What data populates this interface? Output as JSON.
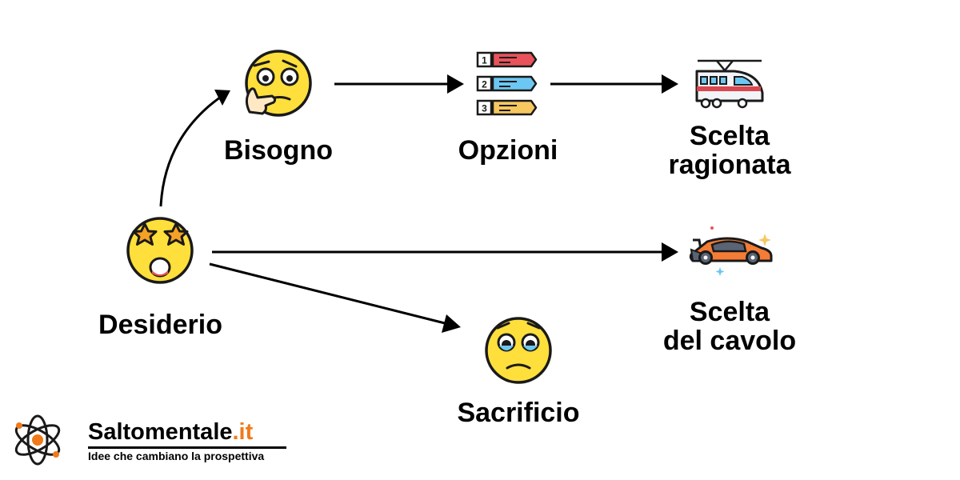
{
  "nodes": {
    "bisogno": "Bisogno",
    "opzioni": "Opzioni",
    "scelta_ragionata": [
      "Scelta",
      "ragionata"
    ],
    "desiderio": "Desiderio",
    "scelta_del_cavolo": [
      "Scelta",
      "del cavolo"
    ],
    "sacrificio": "Sacrificio"
  },
  "option_numbers": [
    "1",
    "2",
    "3"
  ],
  "icons": {
    "bisogno": "thinking-face-icon",
    "opzioni": "ranked-options-icon",
    "scelta_ragionata": "train-icon",
    "desiderio": "star-struck-face-icon",
    "scelta_del_cavolo": "sports-car-icon",
    "sacrificio": "pleading-sad-face-icon",
    "logo": "atom-logo-icon"
  },
  "brand": {
    "name": "Saltomentale",
    "tld": ".it",
    "tagline": "Idee che cambiano la prospettiva"
  },
  "colors": {
    "face_yellow": "#ffdf3b",
    "outline": "#1a1a1a",
    "accent_orange": "#f07a1a",
    "option_red": "#e8535b",
    "option_blue": "#6cc8f2",
    "option_yellow": "#f6c85f",
    "car_orange": "#f57c35",
    "train_red": "#d9474f"
  }
}
